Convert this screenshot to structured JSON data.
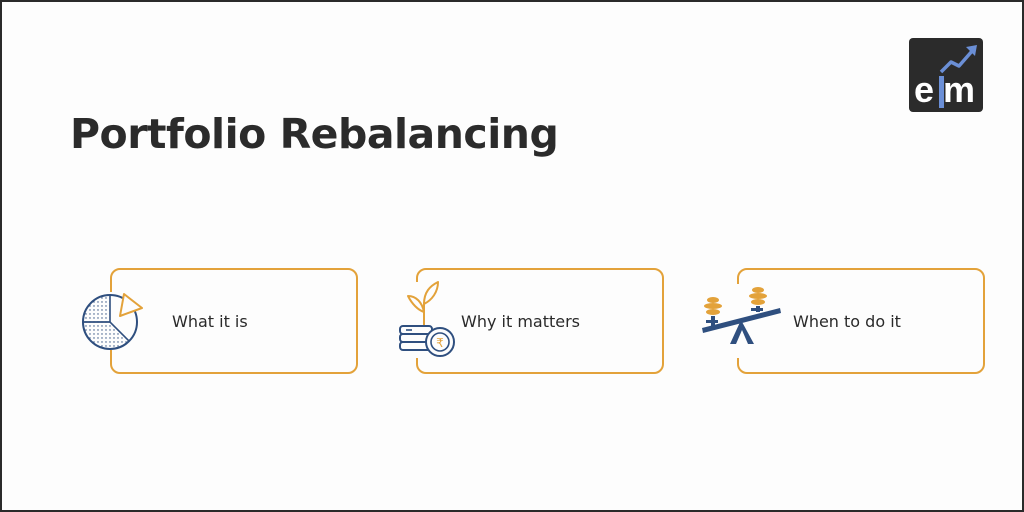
{
  "header": {
    "title": "Portfolio Rebalancing"
  },
  "logo": {
    "text_e": "e",
    "text_m": "m",
    "icon": "elm-logo-icon",
    "bg_color": "#2b2b2b",
    "accent_color": "#6b8fd6"
  },
  "colors": {
    "card_border": "#e3a23a",
    "icon_blue": "#2f4f7f",
    "icon_orange": "#e3a23a",
    "text": "#2a2a2a"
  },
  "cards": [
    {
      "label": "What it is",
      "icon": "pie-chart-icon"
    },
    {
      "label": "Why it matters",
      "icon": "money-plant-coins-icon"
    },
    {
      "label": "When to do it",
      "icon": "seesaw-balance-icon"
    }
  ]
}
